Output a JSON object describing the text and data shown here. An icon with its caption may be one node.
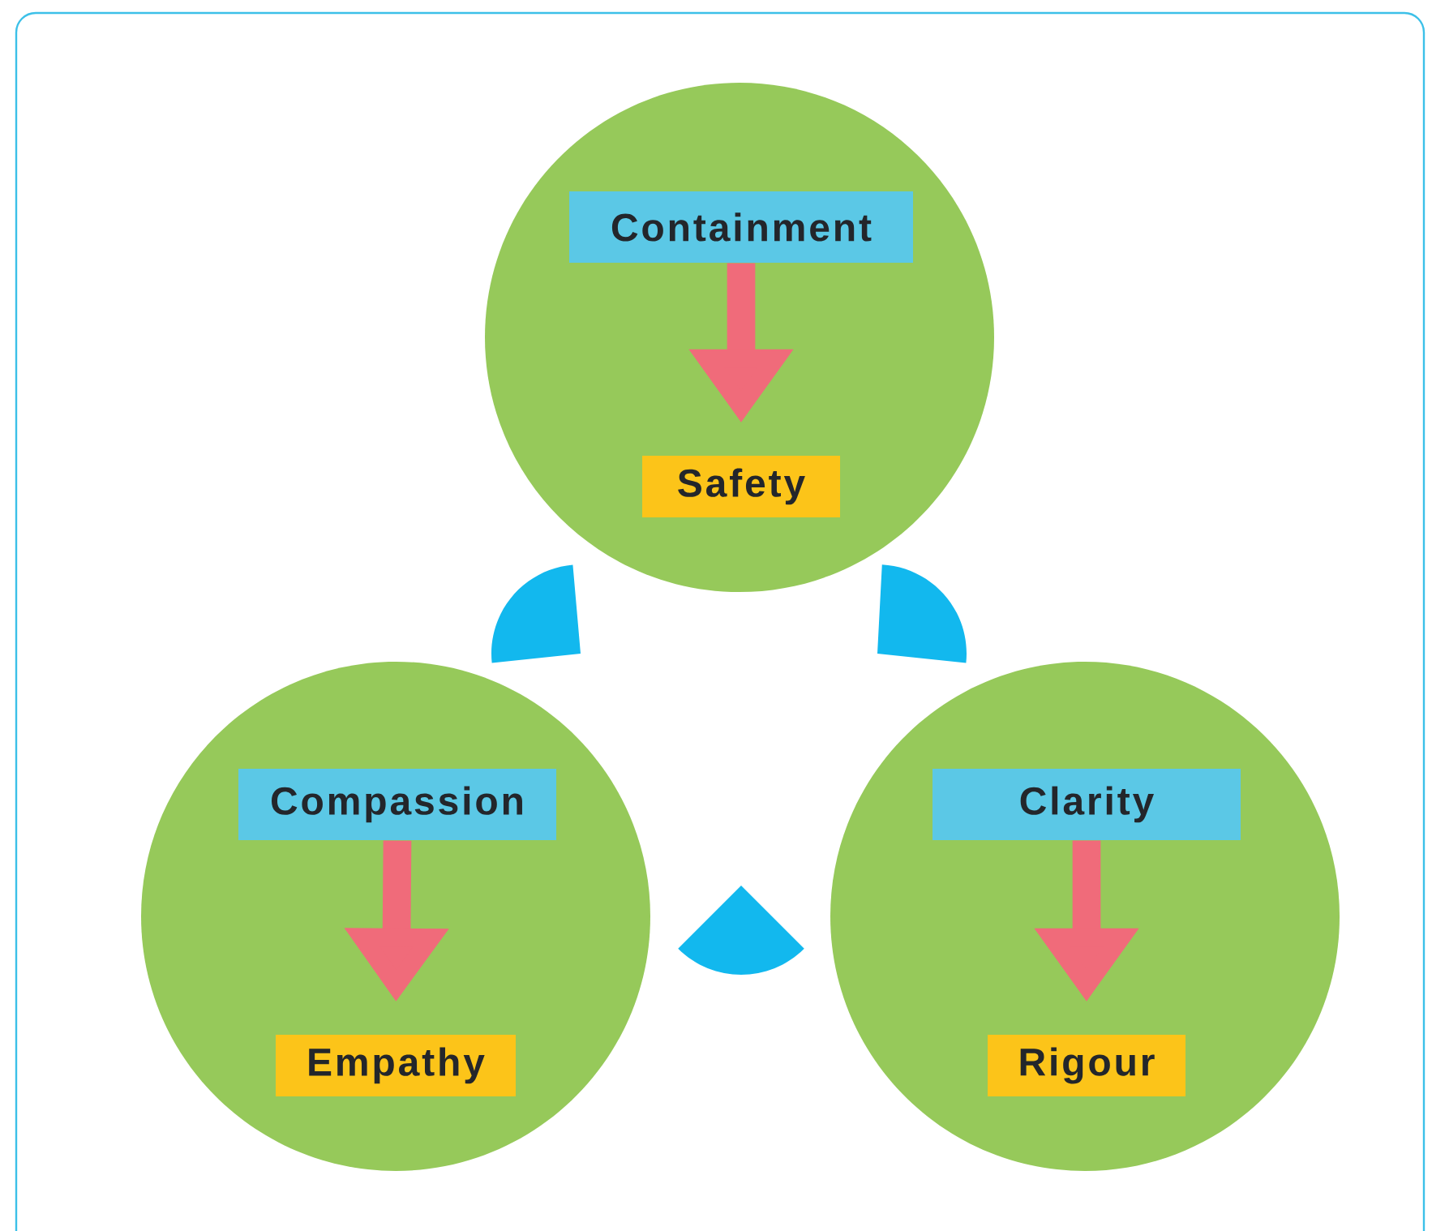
{
  "diagram": {
    "nodes": [
      {
        "text": [],
        "shape": "circle"
      },
      {
        "text": [
          "Containment"
        ],
        "in": 0
      },
      {
        "text": [
          "Safety"
        ],
        "in": 0
      },
      {
        "text": [],
        "shape": "circle"
      },
      {
        "text": [
          "Compassion"
        ],
        "in": 3
      },
      {
        "text": [
          "Empathy"
        ],
        "in": 3
      },
      {
        "text": [],
        "shape": "circle"
      },
      {
        "text": [
          "Clarity"
        ],
        "in": 6
      },
      {
        "text": [
          "Rigour"
        ],
        "in": 6
      }
    ],
    "edges": [
      {
        "from": 1,
        "to": 2,
        "arrow": "to"
      },
      {
        "from": 4,
        "to": 5,
        "arrow": "to"
      },
      {
        "from": 7,
        "to": 8,
        "arrow": "to"
      }
    ]
  }
}
